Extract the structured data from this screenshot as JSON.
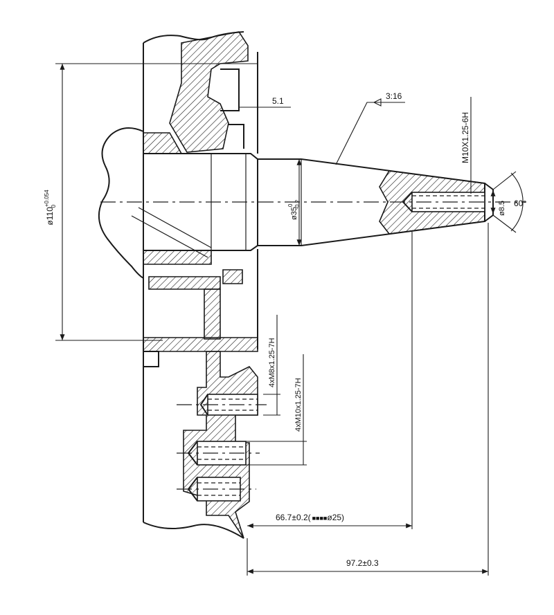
{
  "dimensions": {
    "bore_diameter": "ø110",
    "bore_tol_upper": "+0.054",
    "bore_tol_lower": "0",
    "flange_offset": "5.1",
    "taper": "3:16",
    "shaft_thread": "M10X1.25-6H",
    "shaft_diameter": "ø35",
    "shaft_tol_upper": "0",
    "shaft_tol_lower": "-0.2",
    "hole_diameter": "ø8.5",
    "countersink_angle": "60°",
    "thread_m8": "4xM8x1.25-7H",
    "thread_m10": "4xM10x1.25-7H",
    "length_short": "66.7±0.2(",
    "length_short_suffix": "ø25)",
    "length_long": "97.2±0.3"
  }
}
